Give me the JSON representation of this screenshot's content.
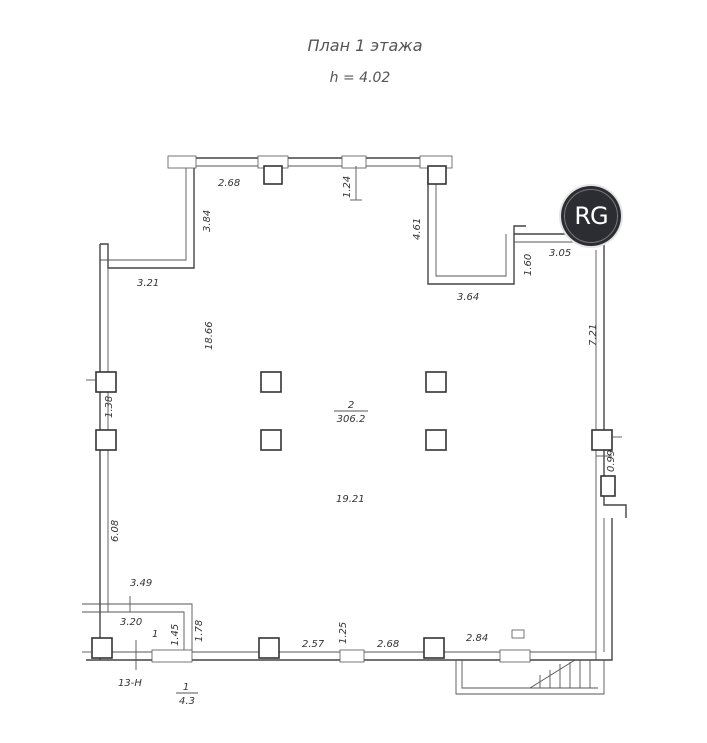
{
  "title": "План 1 этажа",
  "height_label": "h = 4.02",
  "logo": {
    "text": "RG",
    "bg_color": "#2b2d33"
  },
  "room": {
    "number": "2",
    "area": "306.2"
  },
  "room_small": {
    "number": "1"
  },
  "dimensions": {
    "top_left": "2.68",
    "top_mid": "1.24",
    "left_notch_v": "3.84",
    "left_notch_h": "3.21",
    "right_notch_v": "4.61",
    "right_notch_h": "3.64",
    "right_small_v": "1.60",
    "right_small_h": "3.05",
    "right_side": "7.21",
    "inner_height": "18.66",
    "left_upper": "1.38",
    "left_lower": "6.08",
    "width": "19.21",
    "right_vent": "0.99",
    "corner_h": "3.49",
    "corner_v": "3.20",
    "corner_a": "1.45",
    "corner_b": "1.78",
    "bottom_a": "2.57",
    "bottom_b": "1.25",
    "bottom_c": "2.68",
    "bottom_d": "2.84"
  },
  "section_mark": "13-Н",
  "sub_label": {
    "top": "1",
    "bottom": "4.3"
  }
}
